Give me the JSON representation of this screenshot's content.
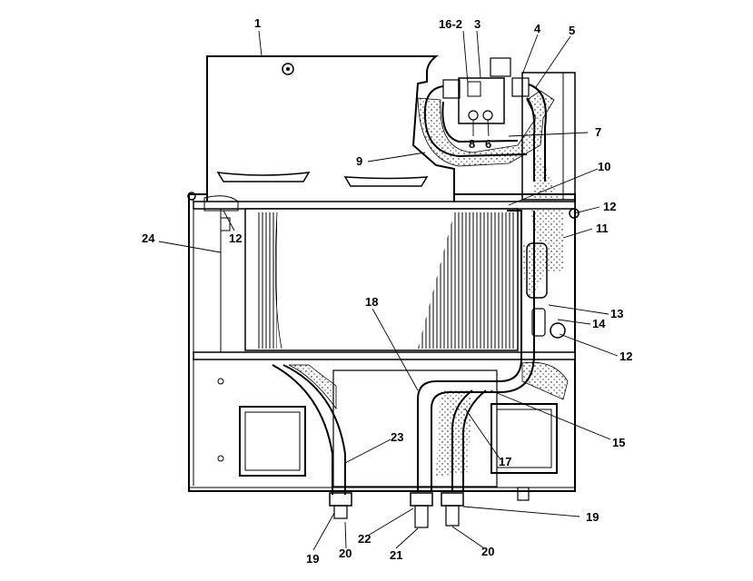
{
  "callouts": {
    "c1": "1",
    "c16_2": "16-2",
    "c3": "3",
    "c4": "4",
    "c5": "5",
    "c7": "7",
    "c8": "8",
    "c6": "6",
    "c9": "9",
    "c10": "10",
    "c12a": "12",
    "c12b": "12",
    "c12c": "12",
    "c11": "11",
    "c24": "24",
    "c13": "13",
    "c14": "14",
    "c18": "18",
    "c15": "15",
    "c23": "23",
    "c17": "17",
    "c19a": "19",
    "c19b": "19",
    "c20a": "20",
    "c20b": "20",
    "c22": "22",
    "c21": "21"
  }
}
